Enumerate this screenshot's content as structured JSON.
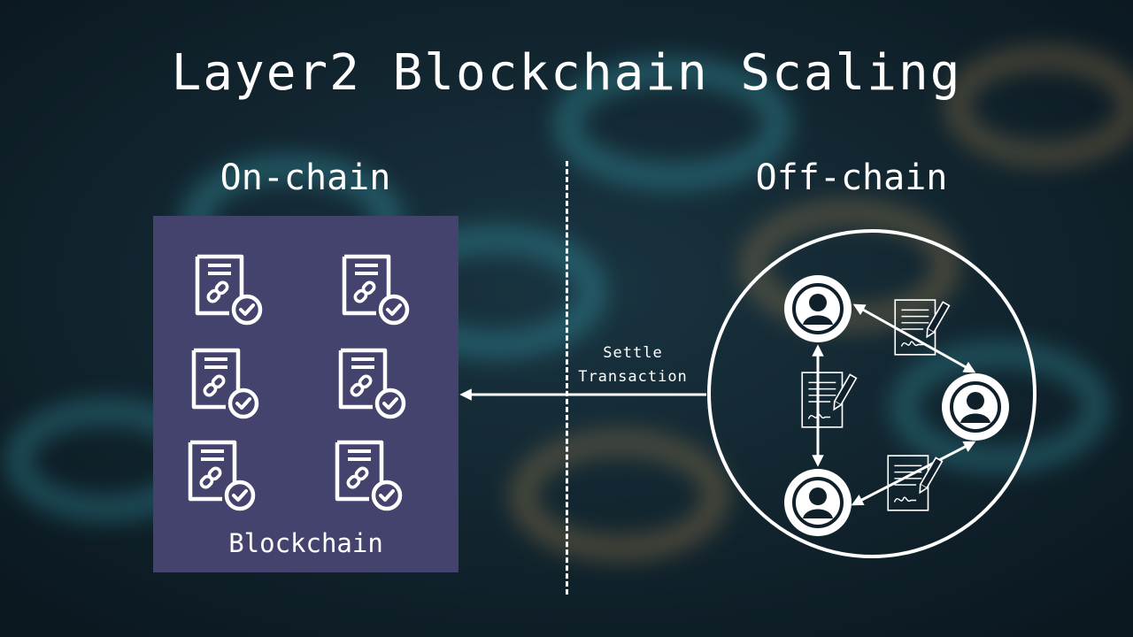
{
  "title": "Layer2 Blockchain Scaling",
  "onchain": {
    "heading": "On-chain",
    "box_label": "Blockchain",
    "documents": 6
  },
  "offchain": {
    "heading": "Off-chain",
    "participants": 3
  },
  "settle": {
    "line1": "Settle",
    "line2": "Transaction"
  },
  "colors": {
    "background": "#10202b",
    "chain_box": "#43436e",
    "foreground": "#ffffff",
    "accent": "#3fb8c8"
  }
}
